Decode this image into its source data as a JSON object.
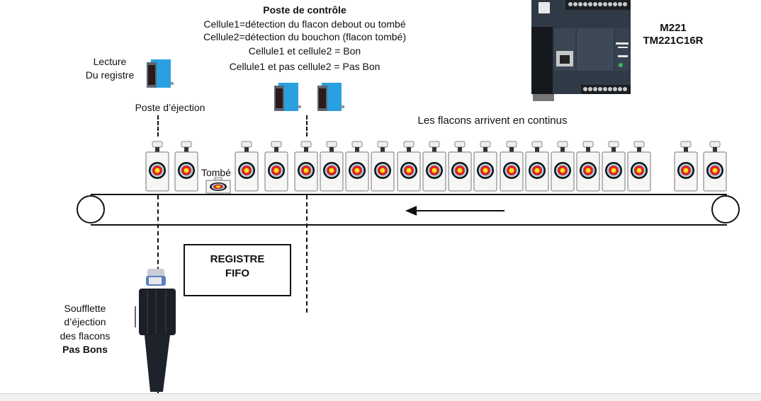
{
  "control_station": {
    "title": "Poste de contrôle",
    "lines": [
      "Cellule1=détection du flacon debout ou tombé",
      "Cellule2=détection du bouchon (flacon tombé)",
      "Cellule1 et cellule2 = Bon",
      "Cellule1 et pas cellule2 = Pas Bon"
    ]
  },
  "plc": {
    "model": "M221",
    "reference": "TM221C16R"
  },
  "reader": {
    "label_line1": "Lecture",
    "label_line2": "Du registre",
    "station_label": "Poste d’éjection"
  },
  "conveyor": {
    "caption": "Les flacons arrivent en continus",
    "direction": "right-to-left",
    "fallen_label": "Tombé",
    "standing_bottle_count": 20,
    "fallen_bottle_count": 1
  },
  "register": {
    "line1": "REGISTRE",
    "line2": "FIFO"
  },
  "ejector": {
    "line1": "Soufflette",
    "line2": "d’éjection",
    "line3": "des flacons",
    "line4": "Pas Bons"
  },
  "colors": {
    "sensor_blue": "#2aa0e0",
    "plc_body": "#2f3a46",
    "target_red": "#e02020",
    "target_yellow": "#f4e01a",
    "target_lightblue": "#a8d4ea",
    "line": "#111111"
  }
}
